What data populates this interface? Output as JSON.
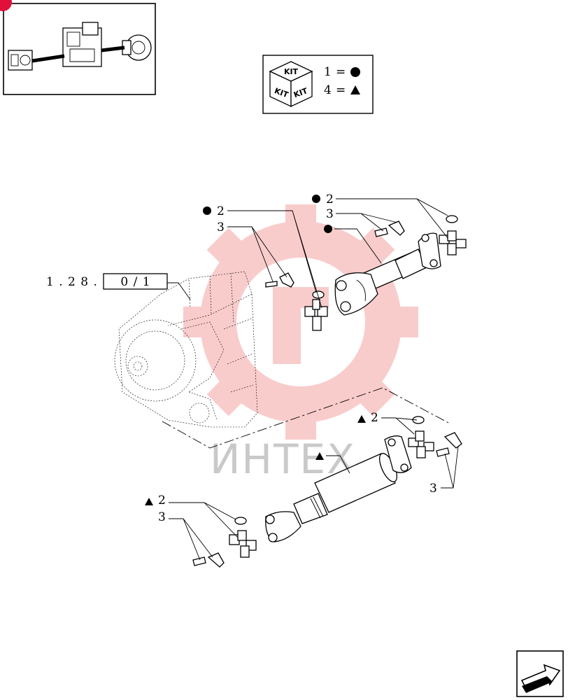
{
  "kit_legend": {
    "kit_label": "KIT",
    "row1": {
      "qty": "1",
      "equals": "=",
      "symbol": "circle"
    },
    "row2": {
      "qty": "4",
      "equals": "=",
      "symbol": "triangle"
    }
  },
  "reference": {
    "prefix": "1 . 2 8 .",
    "boxed": "0 / 1"
  },
  "callouts": {
    "upper_shaft_left": {
      "item2": "2",
      "item3": "3"
    },
    "upper_shaft_right": {
      "item2": "2",
      "item3": "3"
    },
    "lower_shaft_left": {
      "item2": "2",
      "item3": "3"
    },
    "lower_shaft_right": {
      "item2": "2",
      "item3": "3"
    }
  },
  "watermark": {
    "text": "ИНТЕХ",
    "color": "#f08a8a"
  },
  "colors": {
    "ink": "#000000",
    "badge": "#e0103a",
    "watermark_gear": "#f5a3a3",
    "watermark_text": "#c9c9c9"
  },
  "icons": {
    "thumbnail": "machine-overview-icon",
    "nav": "next-page-arrow-icon"
  }
}
